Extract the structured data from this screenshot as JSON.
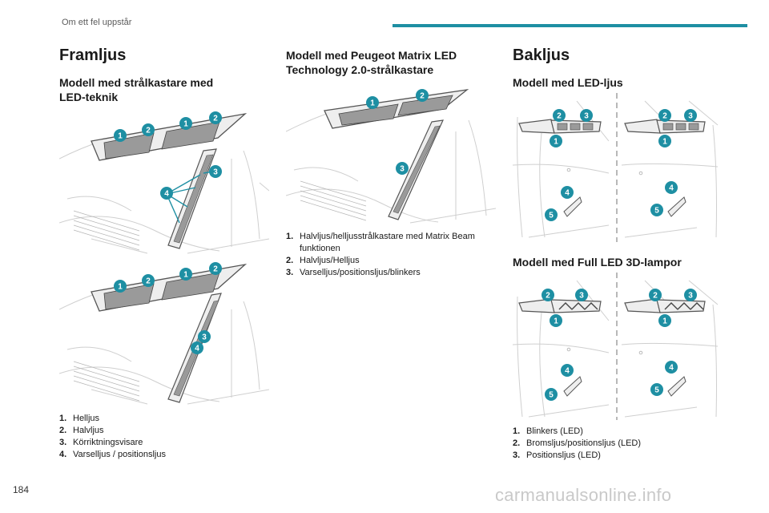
{
  "header": {
    "section": "Om ett fel uppstår"
  },
  "page_number": "184",
  "watermark": "carmanualsonline.info",
  "framljus": {
    "title": "Framljus",
    "subtitle": "Modell med strålkastare med LED-teknik",
    "fig1_callouts": [
      "1",
      "2",
      "1",
      "2",
      "3",
      "4"
    ],
    "fig2_callouts": [
      "1",
      "2",
      "1",
      "2",
      "3",
      "4"
    ],
    "legend": [
      {
        "num": "1.",
        "text": "Helljus"
      },
      {
        "num": "2.",
        "text": "Halvljus"
      },
      {
        "num": "3.",
        "text": "Körriktningsvisare"
      },
      {
        "num": "4.",
        "text": "Varselljus / positionsljus"
      }
    ]
  },
  "matrix": {
    "subtitle": "Modell med Peugeot Matrix LED Technology 2.0-strålkastare",
    "fig_callouts": [
      "1",
      "2",
      "3"
    ],
    "legend": [
      {
        "num": "1.",
        "text": "Halvljus/helljusstrålkastare med Matrix Beam funktionen"
      },
      {
        "num": "2.",
        "text": "Halvljus/Helljus"
      },
      {
        "num": "3.",
        "text": "Varselljus/positionsljus/blinkers"
      }
    ]
  },
  "bakljus": {
    "title": "Bakljus",
    "subtitle_led": "Modell med LED-ljus",
    "subtitle_3d": "Modell med Full LED 3D-lampor",
    "callouts": [
      "1",
      "2",
      "3",
      "4",
      "5"
    ],
    "legend": [
      {
        "num": "1.",
        "text": "Blinkers (LED)"
      },
      {
        "num": "2.",
        "text": "Bromsljus/positionsljus (LED)"
      },
      {
        "num": "3.",
        "text": "Positionsljus (LED)"
      }
    ]
  },
  "colors": {
    "accent": "#1e8fa3",
    "lamp_fill": "#9a9a9a",
    "sketch": "#c8c8c8"
  }
}
